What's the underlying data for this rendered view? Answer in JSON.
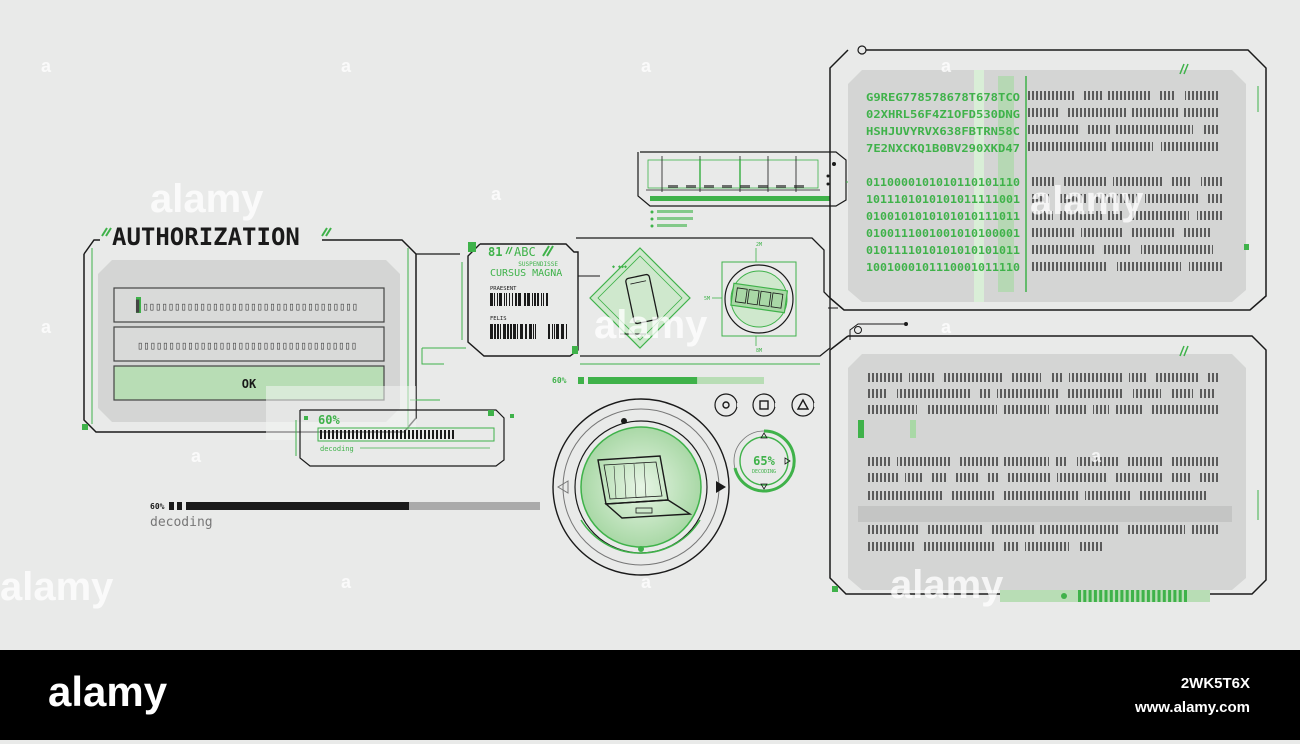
{
  "colors": {
    "accent": "#3fb24a",
    "accent_light": "#a9d8a6",
    "accent_pale": "#cfe8cd",
    "line": "#1a1a1a",
    "panel": "#d4d5d4",
    "bg": "#e9eae9",
    "bar": "#555555"
  },
  "auth": {
    "title": "AUTHORIZATION",
    "field1": "▌▯▯▯▯▯▯▯▯▯▯▯▯▯▯▯▯▯▯▯▯▯▯▯▯▯▯▯▯▯▯▯▯▯▯",
    "field2": "▯▯▯▯▯▯▯▯▯▯▯▯▯▯▯▯▯▯▯▯▯▯▯▯▯▯▯▯▯▯▯▯▯▯▯",
    "ok": "OK"
  },
  "mini_progress": {
    "percent": "60%",
    "label": "decoding",
    "fill": 0.78
  },
  "decoding_bar": {
    "percent": "60%",
    "label": "decoding",
    "fill": 0.63
  },
  "id_card": {
    "code": "81",
    "abc": "ABC",
    "suspendisse": "SUSPENDISSE",
    "cursus": "CURSUS MAGNA",
    "praesent": "PRAESENT",
    "felis": "FELIS"
  },
  "scan_panel": {
    "percent": "60%",
    "fill": 0.62
  },
  "circle_hub": {
    "percent": "65%",
    "sub": "DECODING"
  },
  "control_icons": [
    "record-icon",
    "stop-icon",
    "triangle-icon"
  ],
  "code_panel": {
    "hex_lines": [
      "G9REG778578678T678TCO",
      "02XHRL56F4Z1OFD530DNG",
      "HSHJUVYRVX638FBTRN58C",
      "7E2NXCKQ1B0BV290XKD47"
    ],
    "bin_lines": [
      "0110000101010110101110",
      "1011101010101011111001",
      "0100101010101010111011",
      "0100111001001010100001",
      "0101111010101010101011",
      "1001000101110001011110"
    ]
  },
  "watermark": {
    "brand": "alamy",
    "image_id": "2WK5T6X",
    "url": "www.alamy.com"
  }
}
